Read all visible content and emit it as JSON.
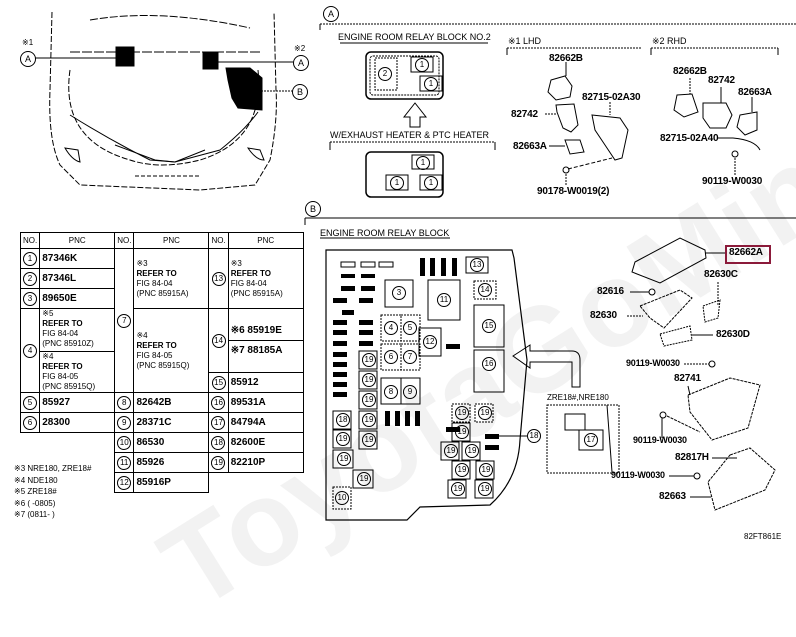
{
  "watermark": "ToyotaGoMine.ru",
  "car_view": {
    "callouts": [
      {
        "letter": "A",
        "note": "※1"
      },
      {
        "letter": "A",
        "note": "※2"
      },
      {
        "letter": "B",
        "note": ""
      }
    ]
  },
  "section_a": {
    "marker": "A",
    "relay_block_title": "ENGINE ROOM RELAY BLOCK NO.2",
    "heater_title": "W/EXHAUST HEATER & PTC HEATER",
    "block_items": [
      "2",
      "1",
      "1"
    ],
    "heater_items": [
      "1",
      "1",
      "1"
    ],
    "lhd": {
      "title": "※1 LHD",
      "parts": [
        "82662B",
        "82742",
        "82715-02A30",
        "82663A",
        "90178-W0019(2)"
      ]
    },
    "rhd": {
      "title": "※2 RHD",
      "parts": [
        "82662B",
        "82742",
        "82663A",
        "82715-02A40",
        "90119-W0030"
      ]
    }
  },
  "section_b": {
    "marker": "B",
    "relay_block_title": "ENGINE ROOM RELAY BLOCK",
    "inset_title": "ZRE18#,NRE180",
    "block_numbers": [
      "3",
      "11",
      "13",
      "14",
      "15",
      "4",
      "5",
      "12",
      "16",
      "6",
      "7",
      "8",
      "9",
      "10",
      "17",
      "18",
      "19"
    ],
    "parts": {
      "cover": "82662A",
      "p1": "82630C",
      "p2": "82616",
      "p3": "82630",
      "p4": "82630D",
      "p5": "90119-W0030",
      "p6": "82741",
      "p7": "90119-W0030",
      "p8": "82817H",
      "p9": "90119-W0030",
      "p10": "82663"
    },
    "highlighted_part": "82662A",
    "highlight_color": "#8b1a3a"
  },
  "table": {
    "headers": [
      "NO.",
      "PNC",
      "NO.",
      "PNC",
      "NO.",
      "PNC"
    ],
    "col1": [
      {
        "no": "1",
        "pnc": "87346K"
      },
      {
        "no": "2",
        "pnc": "87346L"
      },
      {
        "no": "3",
        "pnc": "89650E"
      },
      {
        "no": "4",
        "pnc": "※5 REFER TO FIG 84-04 (PNC 85910Z) / ※4 REFER TO FIG 84-05 (PNC 85915Q)"
      },
      {
        "no": "5",
        "pnc": "85927"
      },
      {
        "no": "6",
        "pnc": "28300"
      }
    ],
    "col2": [
      {
        "no": "7",
        "pnc": "※3 REFER TO FIG 84-04 (PNC 85915A) / ※4 REFER TO FIG 84-05 (PNC 85915Q)"
      },
      {
        "no": "8",
        "pnc": "82642B"
      },
      {
        "no": "9",
        "pnc": "28371C"
      },
      {
        "no": "10",
        "pnc": "86530"
      },
      {
        "no": "11",
        "pnc": "85926"
      },
      {
        "no": "12",
        "pnc": "85916P"
      }
    ],
    "col3": [
      {
        "no": "13",
        "pnc": "※3 REFER TO FIG 84-04 (PNC 85915A)"
      },
      {
        "no": "14",
        "pnc": "※6 85919E / ※7 88185A"
      },
      {
        "no": "15",
        "pnc": "85912"
      },
      {
        "no": "16",
        "pnc": "89531A"
      },
      {
        "no": "17",
        "pnc": "84794A"
      },
      {
        "no": "18",
        "pnc": "82600E"
      },
      {
        "no": "19",
        "pnc": "82210P"
      }
    ],
    "cells": {
      "r1c1n": "1",
      "r1c1p": "87346K",
      "r2c1n": "2",
      "r2c1p": "87346L",
      "r3c1n": "3",
      "r3c1p": "89650E",
      "r4c1n": "4",
      "r4c1p_a_note": "※5",
      "r4c1p_a_l1": "REFER TO",
      "r4c1p_a_l2": "FIG 84-04",
      "r4c1p_a_l3": "(PNC 85910Z)",
      "r4c1p_b_note": "※4",
      "r4c1p_b_l1": "REFER TO",
      "r4c1p_b_l2": "FIG 84-05",
      "r4c1p_b_l3": "(PNC 85915Q)",
      "r5c1n": "5",
      "r5c1p": "85927",
      "r6c1n": "6",
      "r6c1p": "28300",
      "c2n7": "7",
      "c2p7_a_note": "※3",
      "c2p7_a_l1": "REFER TO",
      "c2p7_a_l2": "FIG 84-04",
      "c2p7_a_l3": "(PNC 85915A)",
      "c2p7_b_note": "※4",
      "c2p7_b_l1": "REFER TO",
      "c2p7_b_l2": "FIG 84-05",
      "c2p7_b_l3": "(PNC 85915Q)",
      "c2n8": "8",
      "c2p8": "82642B",
      "c2n9": "9",
      "c2p9": "28371C",
      "c2n10": "10",
      "c2p10": "86530",
      "c2n11": "11",
      "c2p11": "85926",
      "c2n12": "12",
      "c2p12": "85916P",
      "c3n13": "13",
      "c3p13_note": "※3",
      "c3p13_l1": "REFER TO",
      "c3p13_l2": "FIG 84-04",
      "c3p13_l3": "(PNC 85915A)",
      "c3n14": "14",
      "c3p14a": "※6 85919E",
      "c3p14b": "※7 88185A",
      "c3n15": "15",
      "c3p15": "85912",
      "c3n16": "16",
      "c3p16": "89531A",
      "c3n17": "17",
      "c3p17": "84794A",
      "c3n18": "18",
      "c3p18": "82600E",
      "c3n19": "19",
      "c3p19": "82210P"
    }
  },
  "notes": [
    "※3 NRE180, ZRE18#",
    "※4 NDE180",
    "※5 ZRE18#",
    "※6 (      -0805)",
    "※7 (0811-      )"
  ],
  "figure_code": "82FT861E"
}
